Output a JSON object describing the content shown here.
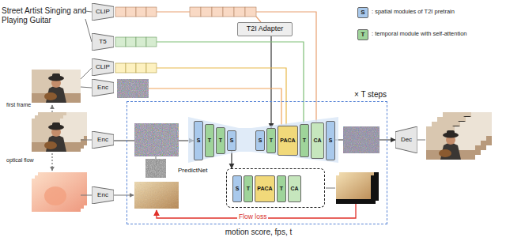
{
  "diagram": {
    "nodes": [
      {
        "text": [
          "CLIP"
        ]
      },
      {
        "text": [
          "T5"
        ]
      },
      {
        "text": [
          "CLIP"
        ]
      },
      {
        "text": [
          "Enc"
        ]
      },
      {
        "text": [
          "Enc"
        ]
      },
      {
        "text": [
          "Enc"
        ]
      },
      {
        "text": [
          "T2I Adapter"
        ]
      },
      {
        "text": [
          "× T steps"
        ]
      },
      {
        "text": [
          "S"
        ],
        "in": 7
      },
      {
        "text": [
          "T"
        ],
        "in": 7
      },
      {
        "text": [
          "T"
        ],
        "in": 7
      },
      {
        "text": [
          "S"
        ],
        "in": 7
      },
      {
        "text": [
          "S"
        ],
        "in": 7
      },
      {
        "text": [
          "T"
        ],
        "in": 7
      },
      {
        "text": [
          "PACA"
        ],
        "in": 7
      },
      {
        "text": [
          "T"
        ],
        "in": 7
      },
      {
        "text": [
          "CA"
        ],
        "in": 7
      },
      {
        "text": [
          "S"
        ],
        "in": 7
      },
      {
        "text": [
          "PredictNet"
        ],
        "in": 7
      },
      {
        "text": [
          "S"
        ],
        "in": 18
      },
      {
        "text": [
          "T"
        ],
        "in": 18
      },
      {
        "text": [
          "PACA"
        ],
        "in": 18
      },
      {
        "text": [
          "T"
        ],
        "in": 18
      },
      {
        "text": [
          "CA"
        ],
        "in": 18
      },
      {
        "text": [
          "Dec"
        ]
      }
    ],
    "edges": [
      {
        "from": 4,
        "to": 8,
        "arrow": "to"
      },
      {
        "from": 11,
        "to": 18,
        "arrow": "to"
      },
      {
        "from": 6,
        "to": 13,
        "arrow": "to"
      },
      {
        "from": 17,
        "to": 24,
        "arrow": "to"
      }
    ],
    "labels": [
      "Street Artist Singing and Playing Guitar",
      "first frame",
      "optical flow",
      "Flow loss",
      "motion score, fps, t",
      "S",
      "T"
    ],
    "legend": [
      {
        "text": ": spatial modules of T2I pretrain",
        "color": "#a9c9ec"
      },
      {
        "text": ": temporal module with self-attention",
        "color": "#9fd49a"
      }
    ]
  }
}
